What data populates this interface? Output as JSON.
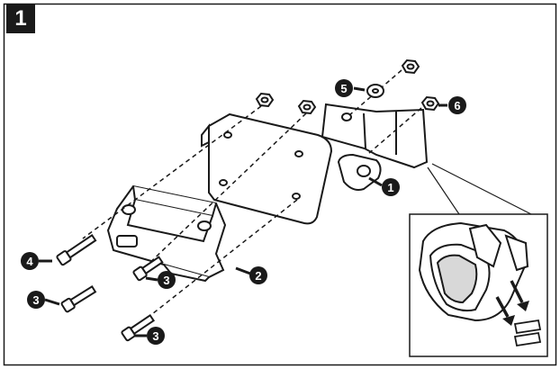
{
  "step": {
    "number": "1"
  },
  "callouts": [
    {
      "id": "c1",
      "label": "1"
    },
    {
      "id": "c2",
      "label": "2"
    },
    {
      "id": "c3a",
      "label": "3"
    },
    {
      "id": "c3b",
      "label": "3"
    },
    {
      "id": "c3c",
      "label": "3"
    },
    {
      "id": "c4",
      "label": "4"
    },
    {
      "id": "c5",
      "label": "5"
    },
    {
      "id": "c6",
      "label": "6"
    }
  ],
  "parts": {
    "plate": "mounting-plate",
    "bracket": "bracket",
    "base": "base-block",
    "detail": "light-detail-inset"
  }
}
